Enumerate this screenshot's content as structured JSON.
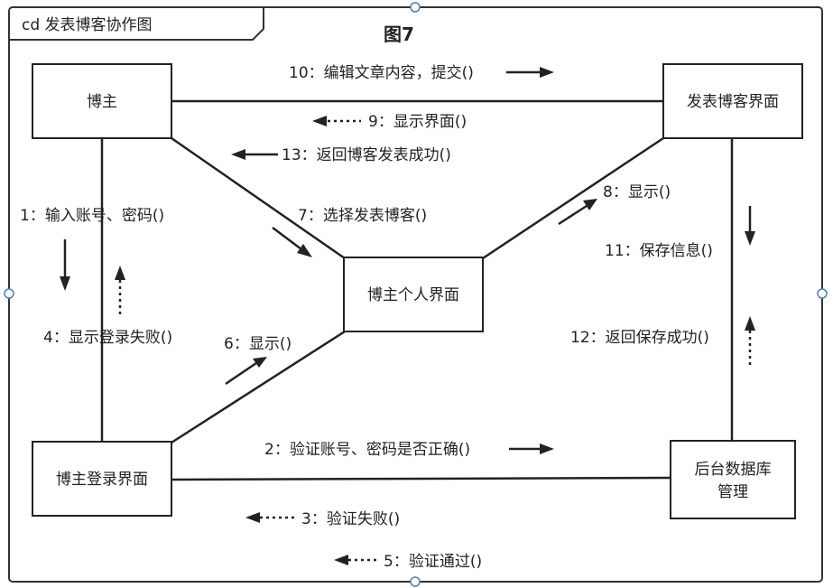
{
  "diagram": {
    "frame_label": "cd 发表博客协作图",
    "title": "图7",
    "nodes": [
      {
        "id": "blogger",
        "label": "博主"
      },
      {
        "id": "publish",
        "label": "发表博客界面"
      },
      {
        "id": "personal",
        "label": "博主个人界面"
      },
      {
        "id": "login",
        "label": "博主登录界面"
      },
      {
        "id": "db",
        "label_lines": [
          "后台数据库",
          "管理"
        ]
      }
    ],
    "messages": [
      {
        "id": "m1",
        "label": "1：输入账号、密码()"
      },
      {
        "id": "m2",
        "label": "2：验证账号、密码是否正确()"
      },
      {
        "id": "m3",
        "label": "3：验证失败()"
      },
      {
        "id": "m4",
        "label": "4：显示登录失败()"
      },
      {
        "id": "m5",
        "label": "5：验证通过()"
      },
      {
        "id": "m6",
        "label": "6：显示()"
      },
      {
        "id": "m7",
        "label": "7：选择发表博客()"
      },
      {
        "id": "m8",
        "label": "8：显示()"
      },
      {
        "id": "m9",
        "label": "9：显示界面()"
      },
      {
        "id": "m10",
        "label": "10：编辑文章内容，提交()"
      },
      {
        "id": "m11",
        "label": "11：保存信息()"
      },
      {
        "id": "m12",
        "label": "12：返回保存成功()"
      },
      {
        "id": "m13",
        "label": "13：返回博客发表成功()"
      }
    ]
  }
}
